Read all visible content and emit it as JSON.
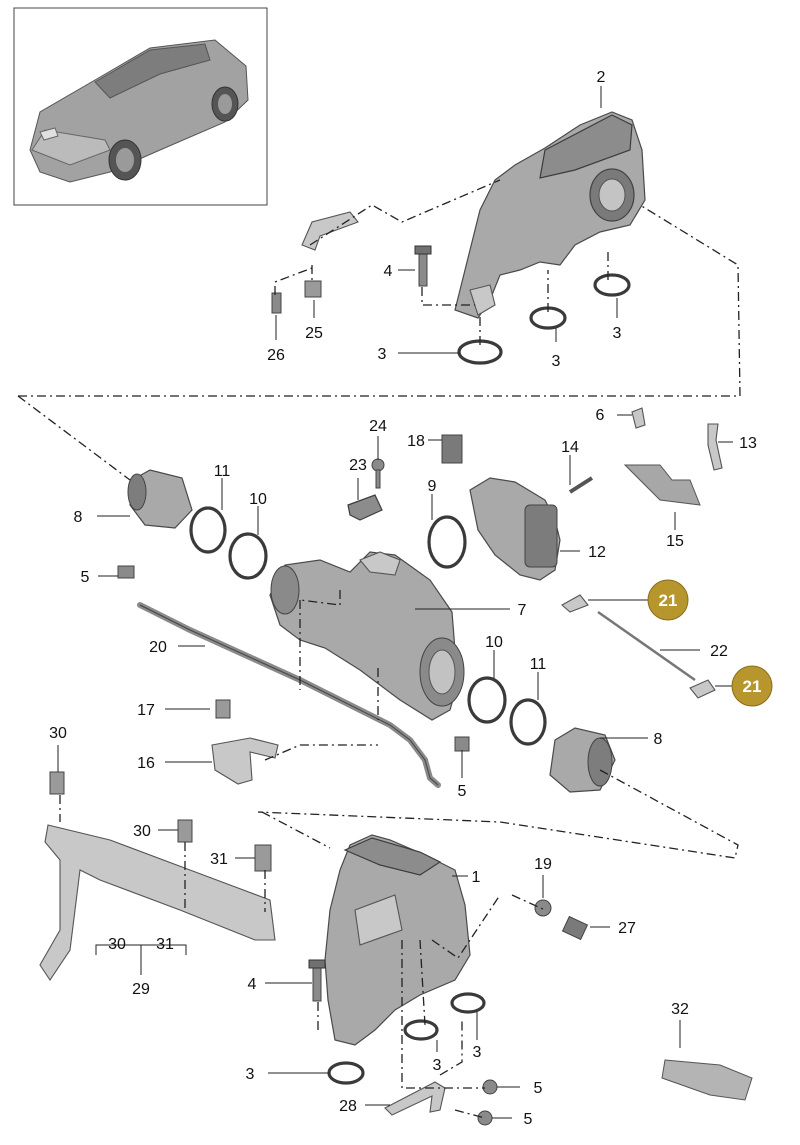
{
  "callouts": {
    "c1": "1",
    "c2": "2",
    "c3a": "3",
    "c3b": "3",
    "c3c": "3",
    "c3d": "3",
    "c3e": "3",
    "c3f": "3",
    "c4a": "4",
    "c4b": "4",
    "c5a": "5",
    "c5b": "5",
    "c5c": "5",
    "c5d": "5",
    "c6": "6",
    "c7": "7",
    "c8a": "8",
    "c8b": "8",
    "c9": "9",
    "c10a": "10",
    "c10b": "10",
    "c11a": "11",
    "c11b": "11",
    "c12": "12",
    "c13": "13",
    "c14": "14",
    "c15": "15",
    "c16": "16",
    "c17": "17",
    "c18": "18",
    "c19": "19",
    "c20": "20",
    "c21a": "21",
    "c21b": "21",
    "c22": "22",
    "c23": "23",
    "c24": "24",
    "c25": "25",
    "c26": "26",
    "c27": "27",
    "c28": "28",
    "c29": "29",
    "c30a": "30",
    "c30b": "30",
    "c30c": "30",
    "c31a": "31",
    "c31b": "31",
    "c32": "32"
  },
  "colors": {
    "badge": "#b8962e",
    "part": "#a9a9a9",
    "line": "#222222"
  }
}
